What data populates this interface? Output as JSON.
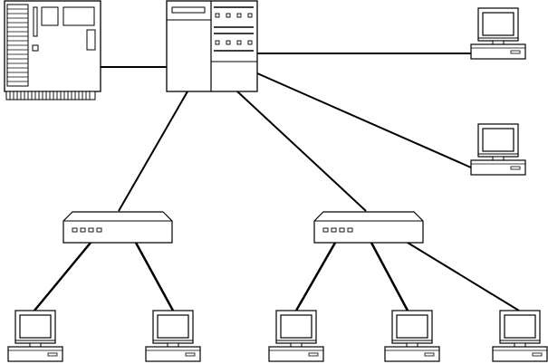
{
  "diagram": {
    "devices": [
      {
        "id": "mainboard",
        "icon": "motherboard-icon"
      },
      {
        "id": "server",
        "icon": "server-tower-icon"
      },
      {
        "id": "hub-left",
        "icon": "network-hub-icon"
      },
      {
        "id": "hub-right",
        "icon": "network-hub-icon"
      },
      {
        "id": "pc-top-right",
        "icon": "desktop-computer-icon"
      },
      {
        "id": "pc-mid-right",
        "icon": "desktop-computer-icon"
      },
      {
        "id": "pc-bottom-1",
        "icon": "desktop-computer-icon"
      },
      {
        "id": "pc-bottom-2",
        "icon": "desktop-computer-icon"
      },
      {
        "id": "pc-bottom-3",
        "icon": "desktop-computer-icon"
      },
      {
        "id": "pc-bottom-4",
        "icon": "desktop-computer-icon"
      },
      {
        "id": "pc-bottom-5",
        "icon": "desktop-computer-icon"
      }
    ],
    "links": [
      [
        "mainboard",
        "server"
      ],
      [
        "server",
        "pc-top-right"
      ],
      [
        "server",
        "pc-mid-right"
      ],
      [
        "server",
        "hub-left"
      ],
      [
        "server",
        "hub-right"
      ],
      [
        "hub-left",
        "pc-bottom-1"
      ],
      [
        "hub-left",
        "pc-bottom-2"
      ],
      [
        "hub-right",
        "pc-bottom-3"
      ],
      [
        "hub-right",
        "pc-bottom-4"
      ],
      [
        "hub-right",
        "pc-bottom-5"
      ]
    ]
  }
}
